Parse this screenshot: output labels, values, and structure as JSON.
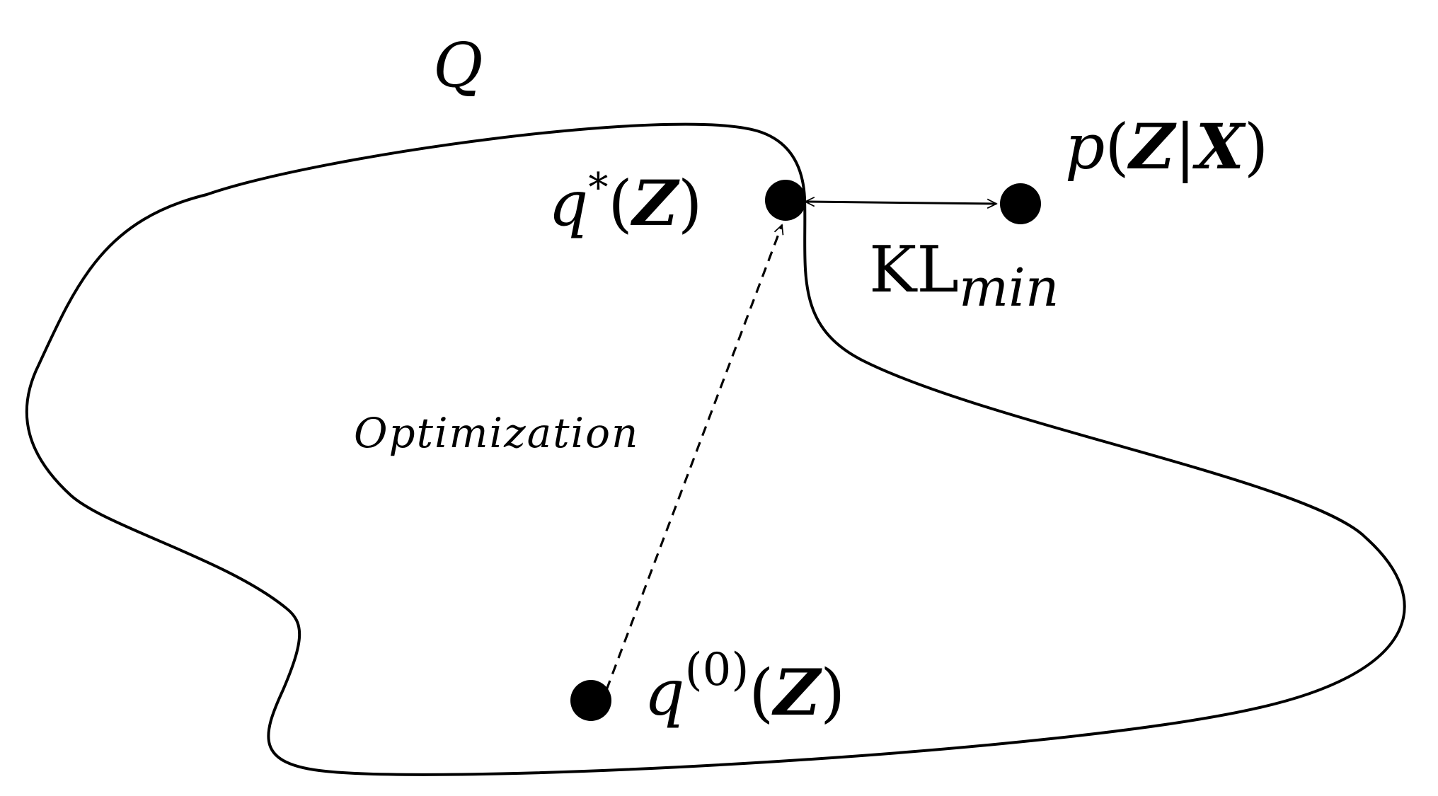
{
  "set_label": "Q",
  "posterior": {
    "name": "p",
    "open": "(",
    "z": "Z",
    "bar": "|",
    "x": "X",
    "close": ")"
  },
  "optimum": {
    "name": "q",
    "star": "*",
    "open": "(",
    "z": "Z",
    "close": ")"
  },
  "initial": {
    "name": "q",
    "superscript": "(0)",
    "open": "(",
    "z": "Z",
    "close": ")"
  },
  "kl_label": {
    "main": "KL",
    "subscript": "min"
  },
  "path_label": "Optimization",
  "colors": {
    "ink": "#000000",
    "background": "#ffffff"
  }
}
